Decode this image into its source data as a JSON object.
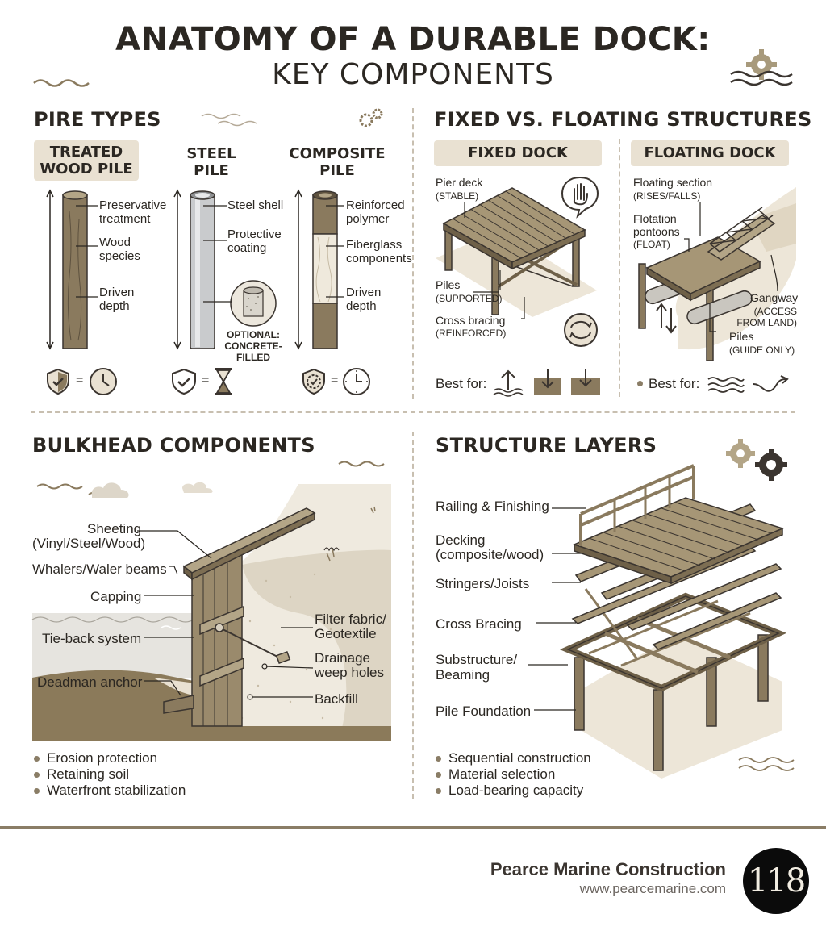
{
  "header": {
    "title_line1": "ANATOMY OF A DURABLE DOCK:",
    "title_line2": "KEY COMPONENTS"
  },
  "pile_types": {
    "heading": "PIRE TYPES",
    "wood": {
      "title": "TREATED WOOD PILE",
      "labels": [
        "Preservative treatment",
        "Wood species",
        "Driven depth"
      ]
    },
    "steel": {
      "title": "STEEL PILE",
      "labels": [
        "Steel shell",
        "Protective coating"
      ],
      "optional": "OPTIONAL: CONCRETE-FILLED"
    },
    "composite": {
      "title": "COMPOSITE PILE",
      "labels": [
        "Reinforced polymer",
        "Fiberglass components",
        "Driven depth"
      ]
    },
    "equals": "="
  },
  "fixed_floating": {
    "heading": "FIXED VS. FLOATING STRUCTURES",
    "fixed": {
      "title": "FIXED DOCK",
      "pier_deck": "Pier deck",
      "pier_deck_note": "(STABLE)",
      "piles": "Piles",
      "piles_note": "(SUPPORTED)",
      "cross_bracing": "Cross bracing",
      "cross_bracing_note": "(REINFORCED)",
      "best_for": "Best for:"
    },
    "floating": {
      "title": "FLOATING DOCK",
      "floating_section": "Floating section",
      "floating_section_note": "(RISES/FALLS)",
      "flotation": "Flotation pontoons",
      "flotation_note": "(FLOAT)",
      "gangway": "Gangway",
      "gangway_note": "(ACCESS FROM LAND)",
      "piles": "Piles",
      "piles_note": "(GUIDE ONLY)",
      "best_for": "Best for:"
    }
  },
  "bulkhead": {
    "heading": "BULKHEAD COMPONENTS",
    "labels": {
      "sheeting": "Sheeting",
      "sheeting_note": "(Vinyl/Steel/Wood)",
      "whalers": "Whalers/Waler beams",
      "capping": "Capping",
      "tieback": "Tie-back system",
      "deadman": "Deadman anchor",
      "filter": "Filter fabric/",
      "filter2": "Geotextile",
      "drainage": "Drainage",
      "drainage2": "weep holes",
      "backfill": "Backfill"
    },
    "bullets": [
      "Erosion protection",
      "Retaining soil",
      "Waterfront stabilization"
    ]
  },
  "layers": {
    "heading": "STRUCTURE LAYERS",
    "labels": {
      "railing": "Railing & Finishing",
      "decking": "Decking",
      "decking_note": "(composite/wood)",
      "stringers": "Stringers/Joists",
      "bracing": "Cross Bracing",
      "substructure": "Substructure/",
      "substructure2": "Beaming",
      "foundation": "Pile Foundation"
    },
    "bullets": [
      "Sequential construction",
      "Material selection",
      "Load-bearing capacity"
    ]
  },
  "footer": {
    "company": "Pearce Marine Construction",
    "url": "www.pearcemarine.com",
    "badge": "118"
  },
  "colors": {
    "wood": "#8a7a5e",
    "wood_light": "#b3a587",
    "tan_bg": "#e9e1d2",
    "steel": "#c9cbcd",
    "ink": "#2b2722",
    "water": "#e6e4df",
    "soil": "#8b7a5a"
  },
  "icons": [
    "shield-icon",
    "clock-icon",
    "hourglass-icon",
    "gear-icon",
    "hand-icon",
    "wave-icon",
    "cloud-icon"
  ]
}
